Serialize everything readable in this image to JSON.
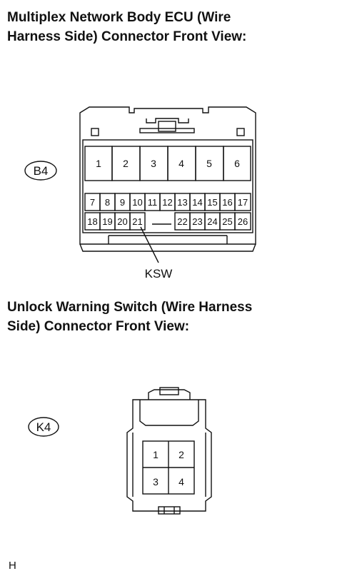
{
  "ecu": {
    "title": "Multiplex Network Body ECU (Wire\nHarness Side) Connector Front View:",
    "code": "B4",
    "top_row": [
      "1",
      "2",
      "3",
      "4",
      "5",
      "6"
    ],
    "mid_row": [
      "7",
      "8",
      "9",
      "10",
      "11",
      "12",
      "13",
      "14",
      "15",
      "16",
      "17"
    ],
    "bottom_left": [
      "18",
      "19",
      "20",
      "21"
    ],
    "bottom_right": [
      "22",
      "23",
      "24",
      "25",
      "26"
    ],
    "callout": "KSW"
  },
  "switch": {
    "title": "Unlock Warning Switch (Wire Harness\nSide) Connector Front View:",
    "code": "K4",
    "pins": [
      "1",
      "2",
      "3",
      "4"
    ]
  },
  "footer": "H"
}
